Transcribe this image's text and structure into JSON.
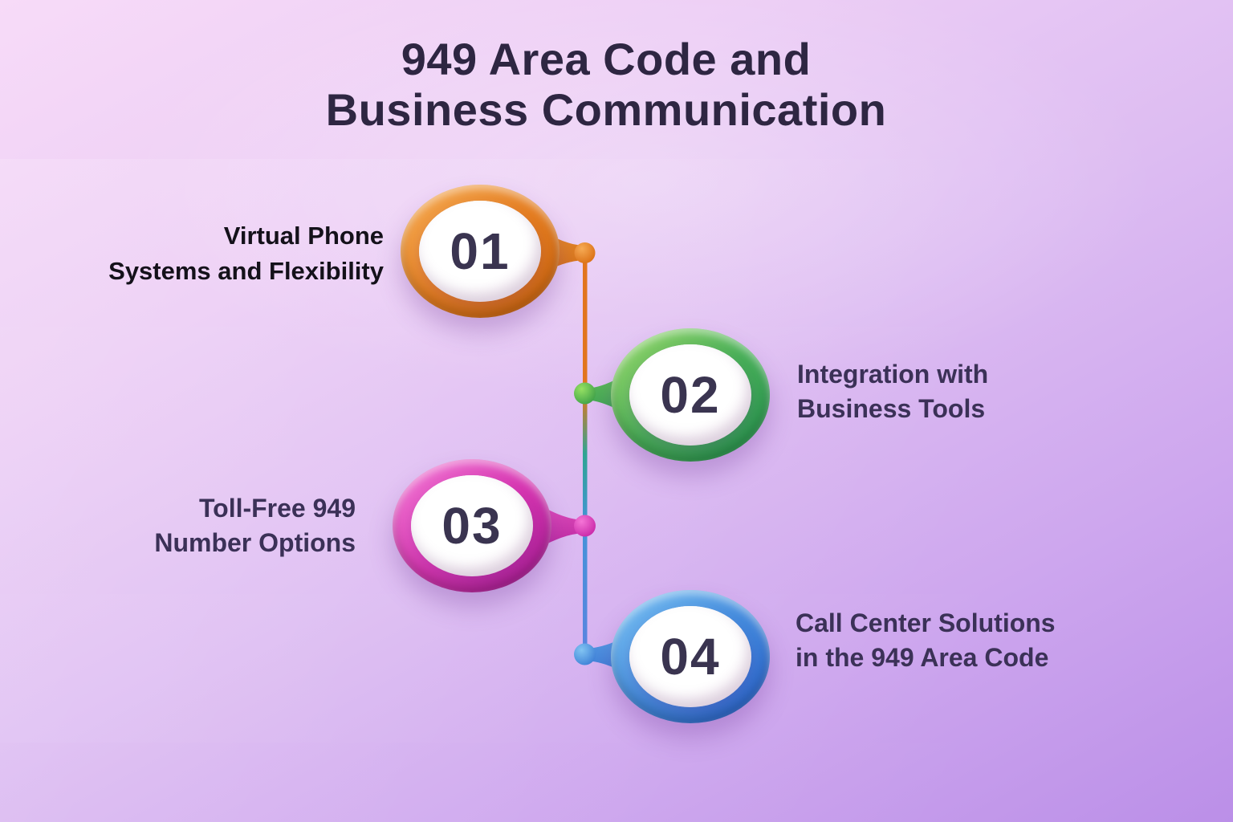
{
  "title": {
    "line1": "949 Area Code and",
    "line2": "Business Communication",
    "color": "#2e2642"
  },
  "steps": [
    {
      "number": "01",
      "label_line1": "Virtual Phone",
      "label_line2": "Systems and Flexibility",
      "side": "left",
      "ring_color": "#e47d21",
      "dot_color": "#e8851f"
    },
    {
      "number": "02",
      "label_line1": "Integration with",
      "label_line2": "Business Tools",
      "side": "right",
      "ring_color": "#48ae58",
      "dot_color": "#5ec24d"
    },
    {
      "number": "03",
      "label_line1": "Toll-Free 949",
      "label_line2": "Number Options",
      "side": "left",
      "ring_color": "#d636b1",
      "dot_color": "#e03ec0"
    },
    {
      "number": "04",
      "label_line1": "Call Center Solutions",
      "label_line2": "in the 949 Area Code",
      "side": "right",
      "ring_color": "#448adc",
      "dot_color": "#55a2e3"
    }
  ],
  "timeline": {
    "line_gradient": [
      "#e2751e",
      "#e2751e",
      "#2fa493",
      "#4493d8",
      "#5b84e0"
    ],
    "number_text_color": "#3a3450",
    "label_text_color": "#3b3157",
    "background_top": "#f7dbf8",
    "background_bottom": "#bb8fe8"
  }
}
